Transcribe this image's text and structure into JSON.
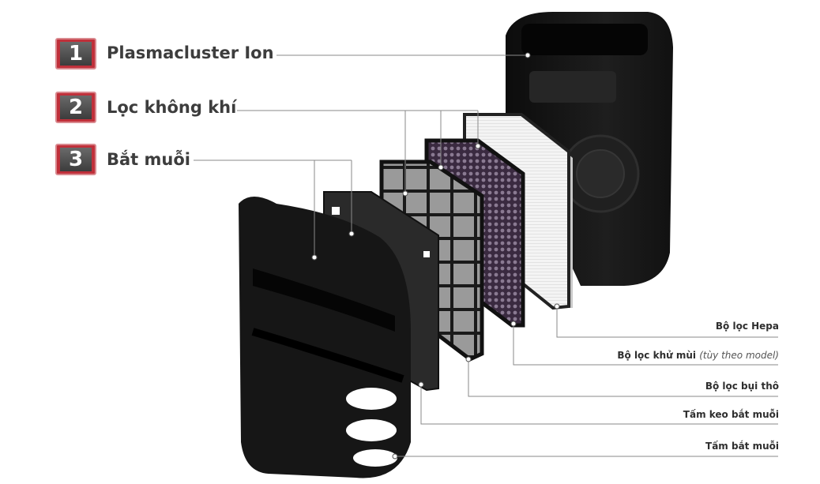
{
  "categories": [
    {
      "number": "1",
      "label": "Plasmacluster Ion"
    },
    {
      "number": "2",
      "label": "Lọc không khí"
    },
    {
      "number": "3",
      "label": "Bắt muỗi"
    }
  ],
  "parts": [
    {
      "label": "Bộ lọc Hepa",
      "note": ""
    },
    {
      "label": "Bộ lọc khử mùi",
      "note": "(tùy theo model)"
    },
    {
      "label": "Bộ lọc bụi thô",
      "note": ""
    },
    {
      "label": "Tấm keo bắt muỗi",
      "note": ""
    },
    {
      "label": "Tấm bắt muỗi",
      "note": ""
    }
  ],
  "colors": {
    "badge": "#c0303a",
    "leader": "#8a8a8a",
    "text": "#3d3d3d"
  }
}
